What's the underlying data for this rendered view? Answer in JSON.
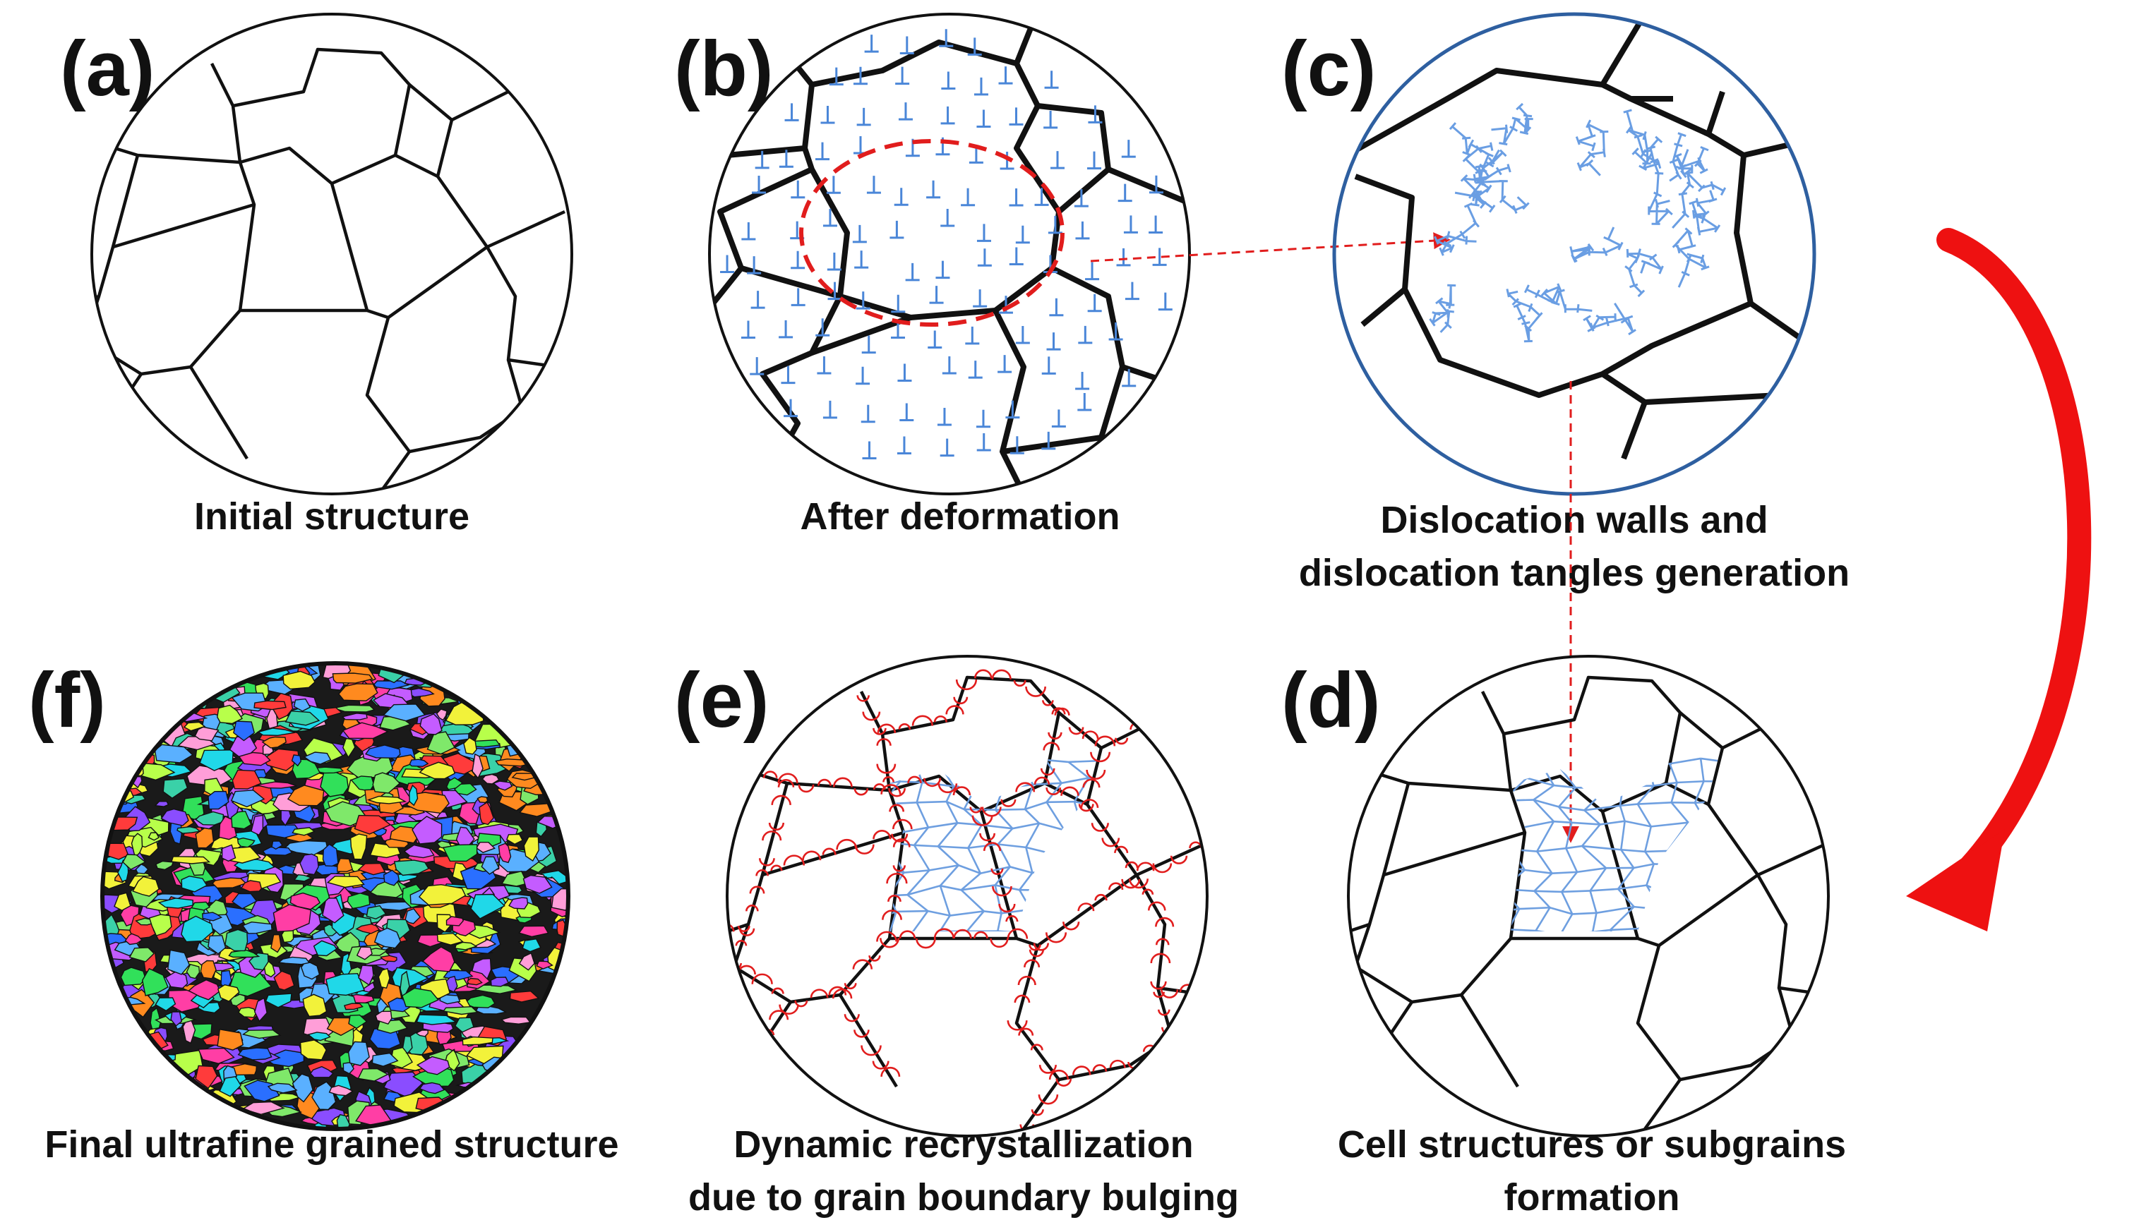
{
  "panels": {
    "a": {
      "letter": "(a)",
      "caption": [
        "Initial structure"
      ]
    },
    "b": {
      "letter": "(b)",
      "caption": [
        "After deformation"
      ]
    },
    "c": {
      "letter": "(c)",
      "caption": [
        "Dislocation walls and",
        "dislocation tangles generation"
      ]
    },
    "d": {
      "letter": "(d)",
      "caption": [
        "Cell structures or subgrains",
        "formation"
      ]
    },
    "e": {
      "letter": "(e)",
      "caption": [
        "Dynamic recrystallization",
        "due to grain boundary bulging"
      ]
    },
    "f": {
      "letter": "(f)",
      "caption": [
        "Final ultrafine grained structure"
      ]
    }
  },
  "colors": {
    "grain_boundary": "#111111",
    "dislocation": "#4a86d8",
    "zoom_ellipse": "#e11d1d",
    "subgrain_cell": "#6e9fe0",
    "bulge": "#e11d1d",
    "big_arrow": "#ee1111",
    "panel_c_border": "#2e5fa0",
    "ebsd_palette": [
      "#ff3ea5",
      "#8a4dff",
      "#31e05a",
      "#20d8e8",
      "#2a6fff",
      "#ff8a1f",
      "#f2f23a",
      "#ff3b3b",
      "#c45cff",
      "#7fe86a",
      "#3ad1a8",
      "#ff9ed8",
      "#5ab0ff",
      "#b8ff4a"
    ]
  },
  "icons": {
    "dislocation_symbol": "inverted-t-icon",
    "flow_arrow": "curved-arrow-icon"
  }
}
